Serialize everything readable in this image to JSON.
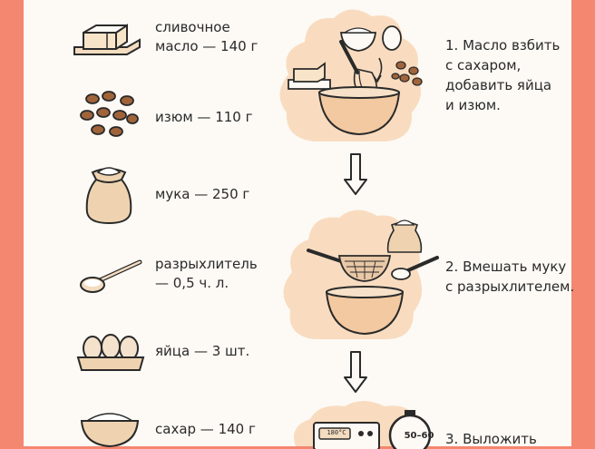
{
  "ingredients": [
    {
      "line1": "сливочное",
      "line2": "масло — 140 г",
      "icon": "butter-icon"
    },
    {
      "line1": "изюм — 110 г",
      "line2": "",
      "icon": "raisins-icon"
    },
    {
      "line1": "мука — 250 г",
      "line2": "",
      "icon": "flour-sack-icon"
    },
    {
      "line1": "разрыхлитель",
      "line2": "— 0,5 ч. л.",
      "icon": "spoon-icon"
    },
    {
      "line1": "яйца — 3 шт.",
      "line2": "",
      "icon": "egg-carton-icon"
    },
    {
      "line1": "сахар — 140 г",
      "line2": "",
      "icon": "sugar-bowl-icon"
    }
  ],
  "steps": [
    {
      "line1": "1. Масло взбить",
      "line2": "с сахаром,",
      "line3": "добавить яйца",
      "line4": "и изюм."
    },
    {
      "line1": "2. Вмешать муку",
      "line2": "с разрыхлителем.",
      "line3": "",
      "line4": ""
    },
    {
      "line1": "3. Выложить",
      "line2": "",
      "line3": "",
      "line4": ""
    }
  ],
  "oven": {
    "temp": "180°C",
    "timer": "50–60"
  },
  "colors": {
    "background": "#f3876f",
    "card": "#fdfaf5",
    "cloud": "#f9dcc0",
    "ink": "#2a2a2a"
  }
}
